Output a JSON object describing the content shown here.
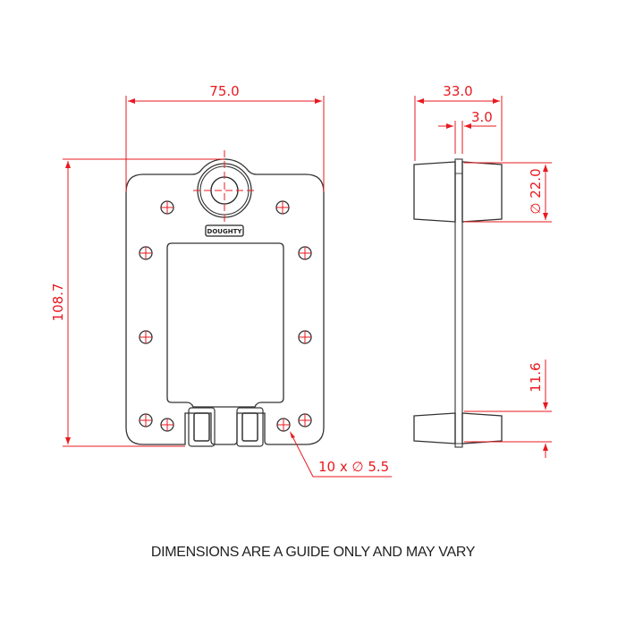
{
  "drawing": {
    "front_view": {
      "width_dim": "75.0",
      "height_dim": "108.7",
      "hole_callout": "10 x ∅ 5.5",
      "logo": "DOUGHTY"
    },
    "side_view": {
      "overall_depth_dim": "33.0",
      "plate_thickness_dim": "3.0",
      "boss_diameter_dim": "∅ 22.0",
      "lower_boss_dim": "11.6"
    },
    "colors": {
      "dimension": "#e8191f",
      "outline": "#333333"
    }
  },
  "footer": {
    "note": "DIMENSIONS ARE A GUIDE ONLY AND MAY VARY"
  }
}
